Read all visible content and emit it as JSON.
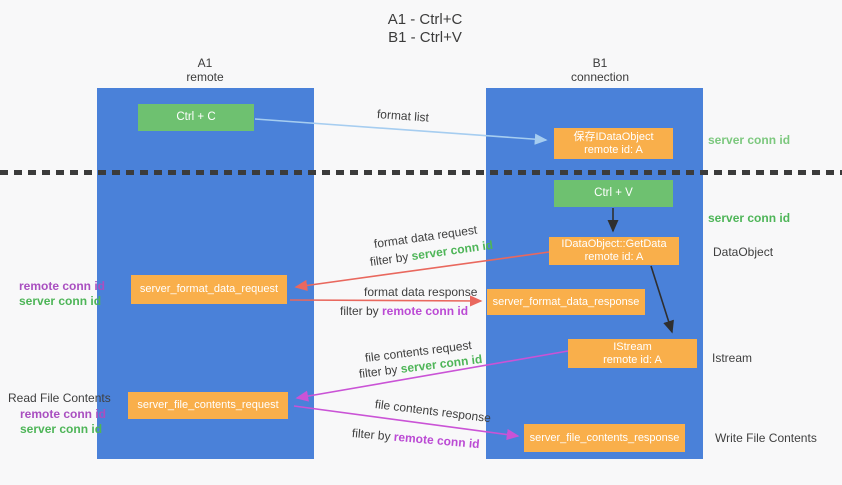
{
  "title": {
    "line1": "A1 - Ctrl+C",
    "line2": "B1 - Ctrl+V"
  },
  "lanes": {
    "left": {
      "name": "A1",
      "role": "remote"
    },
    "right": {
      "name": "B1",
      "role": "connection"
    }
  },
  "nodes": {
    "ctrl_c": "Ctrl + C",
    "ctrl_v": "Ctrl + V",
    "save_dataobject": {
      "line1": "保存IDataObject",
      "line2": "remote id: A"
    },
    "getdata": {
      "line1": "IDataObject::GetData",
      "line2": "remote id: A"
    },
    "istream": {
      "line1": "IStream",
      "line2": "remote id: A"
    },
    "format_request": "server_format_data_request",
    "format_response": "server_format_data_response",
    "file_request": "server_file_contents_request",
    "file_response": "server_file_contents_response"
  },
  "arrow_labels": {
    "format_list": "format list",
    "format_data_request": "format data request",
    "filter_server_1": {
      "prefix": "filter by ",
      "colored": "server conn id"
    },
    "format_data_response": "format data response",
    "filter_remote_1": {
      "prefix": "filter by ",
      "colored": "remote conn id"
    },
    "file_contents_request": "file contents request",
    "filter_server_2": {
      "prefix": "filter by ",
      "colored": "server conn id"
    },
    "file_contents_response": "file contents response",
    "filter_remote_2": {
      "prefix": "filter by ",
      "colored": "remote conn id"
    }
  },
  "side_labels": {
    "server_conn_top": "server conn id",
    "server_conn_mid": "server conn id",
    "dataobject": "DataObject",
    "istream": "Istream",
    "write_file": "Write File Contents",
    "read_file": "Read File Contents",
    "pair1": {
      "remote": "remote conn id",
      "server": "server conn id"
    },
    "pair2": {
      "remote": "remote conn id",
      "server": "server conn id"
    }
  },
  "colors": {
    "lane_blue": "#4a81d9",
    "node_orange": "#f9af4b",
    "node_green": "#6ec170",
    "green_text": "#4eb558",
    "green_text_soft": "#7cc87e",
    "purple_text": "#a94fc0",
    "purple_text_bright": "#bb4ad4",
    "arrow_red": "#e9685e",
    "arrow_magenta": "#ca53d6",
    "arrow_light_blue": "#a6cdf0",
    "arrow_black": "#2f2f2f",
    "background": "#f8f8f9"
  }
}
